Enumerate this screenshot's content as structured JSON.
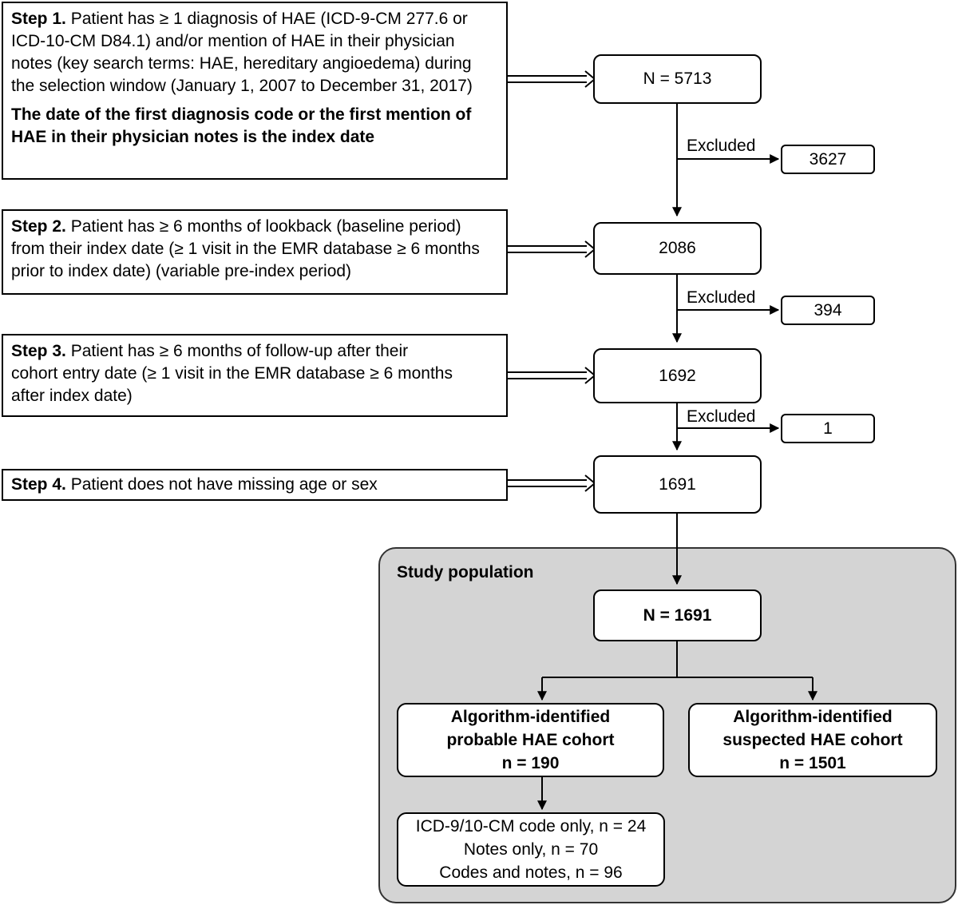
{
  "steps": [
    {
      "lead": "Step 1.",
      "text": "Patient has ≥ 1 diagnosis of HAE (ICD-9-CM 277.6 or ICD-10-CM D84.1) and/or mention of HAE in their physician notes (key search terms: HAE, hereditary angioedema) during the selection window (January 1, 2007 to December 31, 2017)",
      "note": "The date of the first diagnosis code or the first mention of HAE in their physician notes is the index date"
    },
    {
      "lead": "Step 2.",
      "text": "Patient has ≥ 6 months of lookback (baseline period) from their index date (≥ 1 visit in the EMR database ≥ 6 months prior to index date) (variable pre-index period)"
    },
    {
      "lead": "Step 3.",
      "text": "Patient has ≥ 6 months of follow-up after their cohort entry date (≥ 1 visit in the EMR database ≥ 6 months after index date)"
    },
    {
      "lead": "Step 4.",
      "text": "Patient does not have missing age or sex"
    }
  ],
  "counts": [
    "N = 5713",
    "2086",
    "1692",
    "1691"
  ],
  "exclusions": [
    {
      "label": "Excluded",
      "value": "3627"
    },
    {
      "label": "Excluded",
      "value": "394"
    },
    {
      "label": "Excluded",
      "value": "1"
    }
  ],
  "study_population": {
    "title": "Study population",
    "total": "N = 1691",
    "probable": {
      "line1": "Algorithm-identified",
      "line2": "probable HAE cohort",
      "n": "n = 190"
    },
    "suspected": {
      "line1": "Algorithm-identified",
      "line2": "suspected HAE cohort",
      "n": "n = 1501"
    },
    "breakdown": [
      "ICD-9/10-CM code only, n = 24",
      "Notes only, n = 70",
      "Codes and notes, n = 96"
    ]
  }
}
